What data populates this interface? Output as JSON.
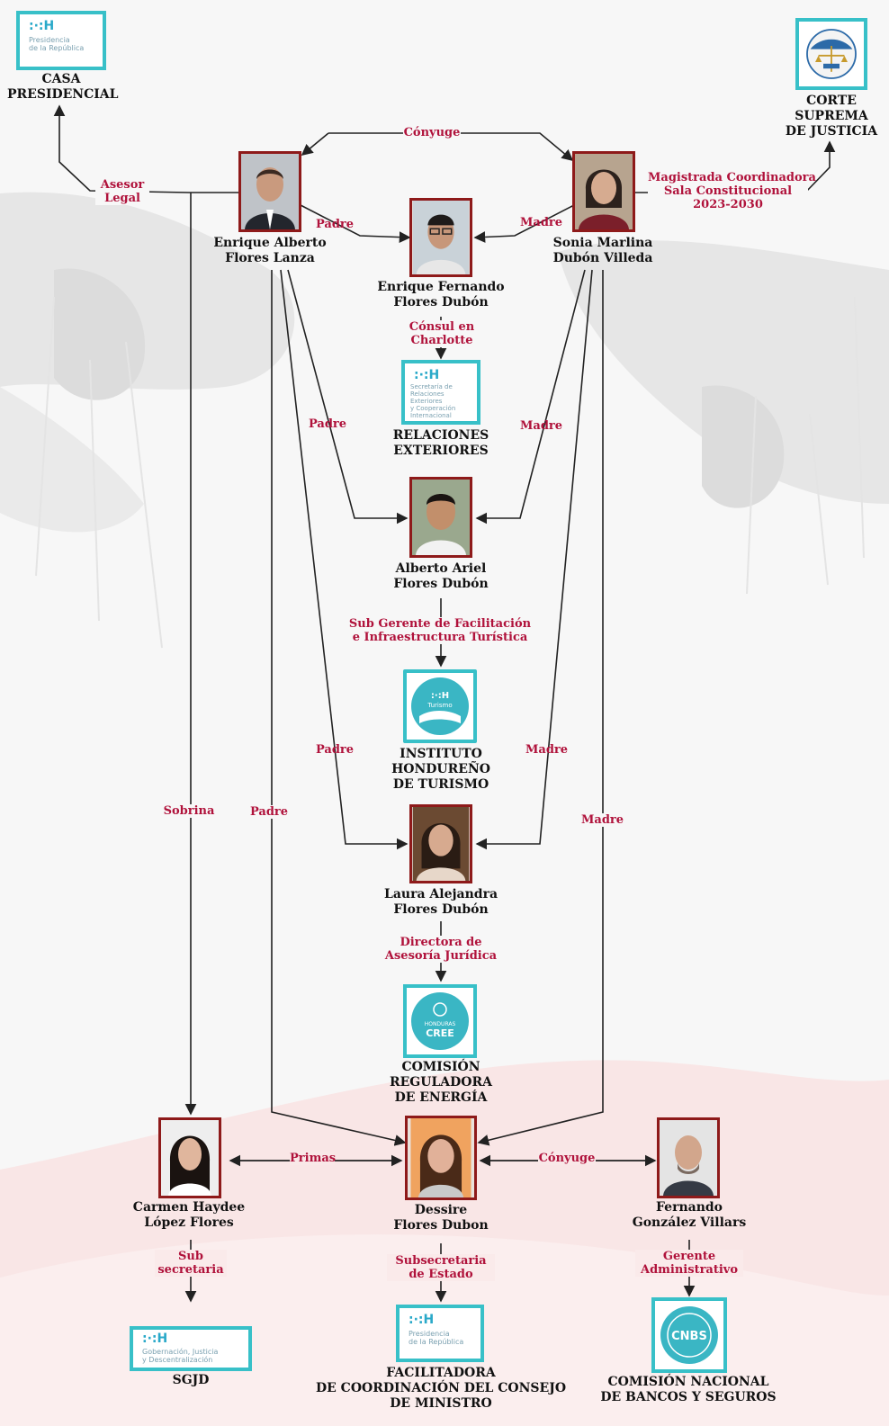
{
  "people": {
    "enrique_alberto": {
      "line1": "Enrique Alberto",
      "line2": "Flores Lanza"
    },
    "sonia": {
      "line1": "Sonia Marlina",
      "line2": "Dubón Villeda"
    },
    "enrique_fernando": {
      "line1": "Enrique Fernando",
      "line2": "Flores Dubón"
    },
    "alberto_ariel": {
      "line1": "Alberto Ariel",
      "line2": "Flores Dubón"
    },
    "laura": {
      "line1": "Laura Alejandra",
      "line2": "Flores Dubón"
    },
    "carmen": {
      "line1": "Carmen Haydee",
      "line2": "López Flores"
    },
    "dessire": {
      "line1": "Dessire",
      "line2": "Flores Dubon"
    },
    "fernando": {
      "line1": "Fernando",
      "line2": "González Villars"
    }
  },
  "orgs": {
    "casa": {
      "line1": "CASA",
      "line2": "PRESIDENCIAL"
    },
    "corte": {
      "line1": "CORTE",
      "line2": "SUPREMA",
      "line3": "DE JUSTICIA"
    },
    "relaciones": {
      "line1": "RELACIONES",
      "line2": "EXTERIORES"
    },
    "turismo": {
      "line1": "INSTITUTO",
      "line2": "HONDUREÑO",
      "line3": "DE TURISMO"
    },
    "energia": {
      "line1": "COMISIÓN",
      "line2": "REGULADORA",
      "line3": "DE ENERGÍA"
    },
    "sgjd": {
      "line1": "SGJD"
    },
    "facilitadora": {
      "line1": "FACILITADORA",
      "line2": "DE COORDINACIÓN DEL CONSEJO",
      "line3": "DE MINISTRO"
    },
    "cnbs": {
      "line1": "COMISIÓN NACIONAL",
      "line2": "DE BANCOS Y SEGUROS"
    }
  },
  "logos": {
    "hx": ":·:H",
    "presidencia": [
      "Presidencia",
      "de la República"
    ],
    "relaciones": [
      "Secretaría de",
      "Relaciones",
      "Exteriores",
      "y Cooperación",
      "Internacional"
    ],
    "turismo": [
      "Turismo"
    ],
    "cree": [
      "HONDURAS",
      "CREE"
    ],
    "gobernacion": [
      "Gobernación, Justicia",
      "y Descentralización"
    ],
    "presidencia2": [
      "Presidencia",
      "de la República"
    ],
    "cnbs": "CNBS"
  },
  "relations": {
    "conyuge_top": "Cónyuge",
    "asesor": [
      "Asesor",
      "Legal"
    ],
    "magistrada": [
      "Magistrada Coordinadora",
      "Sala Constitucional",
      "2023-2030"
    ],
    "padre_ef": "Padre",
    "madre_ef": "Madre",
    "consul": [
      "Cónsul en",
      "Charlotte"
    ],
    "padre_aa": "Padre",
    "madre_aa": "Madre",
    "subgerente": [
      "Sub Gerente de Facilitación",
      "e Infraestructura Turística"
    ],
    "padre_la": "Padre",
    "madre_la": "Madre",
    "sobrina": "Sobrina",
    "padre_d": "Padre",
    "madre_d": "Madre",
    "directora": [
      "Directora de",
      "Asesoría Jurídica"
    ],
    "primas": "Primas",
    "conyuge_bottom": "Cónyuge",
    "sub_secretaria": [
      "Sub",
      "secretaria"
    ],
    "subsecretaria_estado": [
      "Subsecretaria",
      "de Estado"
    ],
    "gerente": [
      "Gerente",
      "Administrativo"
    ]
  },
  "colors": {
    "relation": "#b0123b",
    "photo_border": "#8e1a1a",
    "logo_border": "#38c0c8",
    "line": "#222222"
  }
}
